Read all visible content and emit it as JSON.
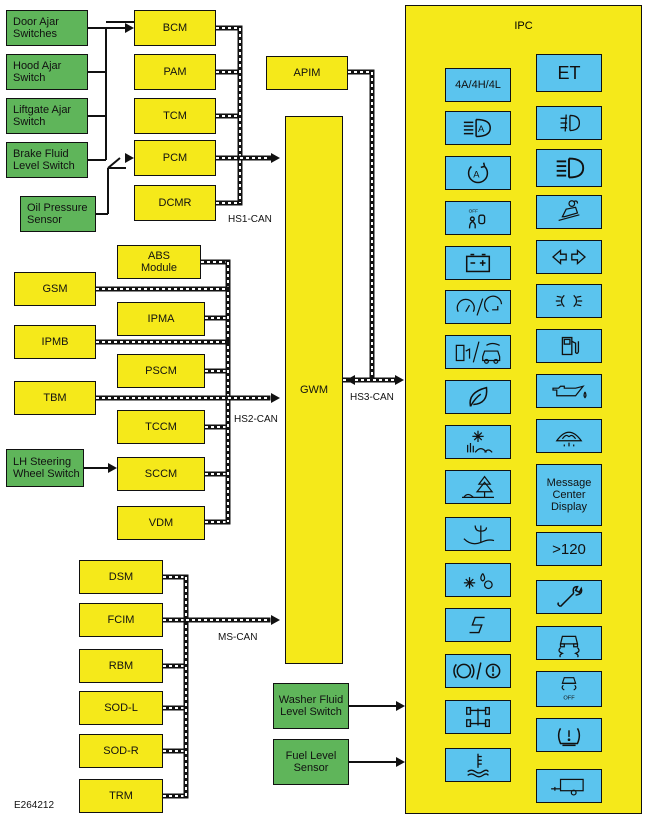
{
  "ipc": {
    "title": "IPC"
  },
  "gateway": {
    "label": "GWM"
  },
  "bus_labels": {
    "hs1": "HS1-CAN",
    "hs2": "HS2-CAN",
    "hs3": "HS3-CAN",
    "ms": "MS-CAN"
  },
  "apim": "APIM",
  "hs1_modules": [
    "BCM",
    "PAM",
    "TCM",
    "PCM",
    "DCMR"
  ],
  "hs1_inputs": [
    "Door Ajar Switches",
    "Hood Ajar Switch",
    "Liftgate Ajar Switch",
    "Brake Fluid Level Switch",
    "Oil Pressure Sensor"
  ],
  "hs2_right": [
    "ABS Module",
    "IPMA",
    "PSCM",
    "TCCM",
    "SCCM",
    "VDM"
  ],
  "hs2_left": [
    "GSM",
    "IPMB",
    "TBM"
  ],
  "hs2_switch": "LH Steering Wheel Switch",
  "ms_modules": [
    "DSM",
    "FCIM",
    "RBM",
    "SOD-L",
    "SOD-R",
    "TRM"
  ],
  "ipc_inputs": [
    "Washer Fluid Level Switch",
    "Fuel Level Sensor"
  ],
  "indicators_left": [
    "4a4h4l-indicator",
    "auto-high-beam-icon",
    "auto-start-stop-icon",
    "passenger-airbag-off-icon",
    "battery-charge-icon",
    "cruise-control-icon",
    "park-mode-icon",
    "eco-mode-icon",
    "snow-mode-icon",
    "sand-mode-icon",
    "mud-ruts-mode-icon",
    "slippery-mode-icon",
    "sport-mode-icon",
    "brake-warning-icon",
    "four-wheel-drive-icon",
    "coolant-temperature-icon"
  ],
  "indicators_right": [
    "et-indicator",
    "front-fog-lamp-icon",
    "high-beam-icon",
    "hill-descent-icon",
    "turn-signal-icon",
    "parking-lamps-icon",
    "low-fuel-icon",
    "low-oil-pressure-icon",
    "low-washer-fluid-icon",
    "message-center-display",
    "speed-indicator",
    "service-wrench-icon",
    "traction-control-icon",
    "traction-control-off-icon",
    "tire-pressure-icon",
    "trailer-icon"
  ],
  "indicator_text": {
    "four_wd": "4A/4H/4L",
    "et": "ET",
    "message_center": "Message Center Display",
    "speed": ">120",
    "off": "OFF"
  },
  "figure_id": "E264212"
}
